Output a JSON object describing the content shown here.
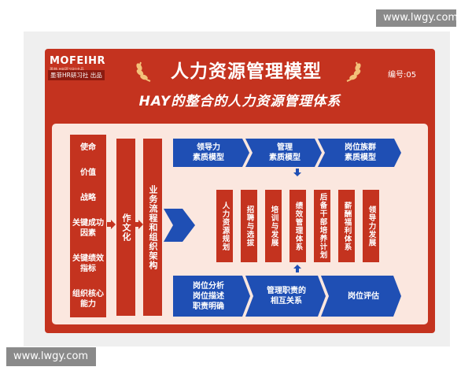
{
  "watermarks": {
    "top": "www.lwgy.com",
    "bottom": "www.lwgy.com"
  },
  "logo": {
    "name": "MOFEIHR",
    "tagline": "墨菲·HR研习社出品",
    "publisher": "墨菲HR研习社 出品"
  },
  "title": "人力资源管理模型",
  "code": "编号:05",
  "subtitle": "HAY的整合的人力资源管理体系",
  "left_items": [
    "使命",
    "价值",
    "战略",
    "关键成功\n因素",
    "关键绩效\n指标",
    "组织核心\n能力"
  ],
  "culture": "作文化",
  "business": "业务流程和组织架构",
  "top_row": [
    "领导力\n素质模型",
    "管理\n素质模型",
    "岗位族群\n素质模型"
  ],
  "middle": [
    "人力资源规划",
    "招聘与选拔",
    "培训与发展",
    "绩效管理体系",
    "后备干部培养计划",
    "薪酬福利体系",
    "领导力发展"
  ],
  "bottom_row": [
    "岗位分析\n岗位描述\n职责明确",
    "管理职责的\n相互关系",
    "岗位评估"
  ],
  "colors": {
    "red": "#c4331f",
    "blue": "#1f4fb4",
    "panel": "#fbe7df"
  }
}
